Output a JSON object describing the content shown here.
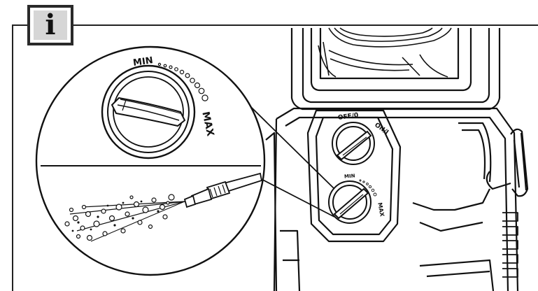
{
  "badge": {
    "glyph": "i",
    "icon": "info-icon"
  },
  "zoom_dial": {
    "min_label": "MIN",
    "max_label": "MAX"
  },
  "machine": {
    "switch_off_label": "OFF/0",
    "switch_on_label": "ON/I",
    "dial_min_label": "MIN",
    "dial_max_label": "MAX"
  },
  "colors": {
    "line": "#111111",
    "badge_fill": "#d6d6d6",
    "background": "#ffffff"
  }
}
